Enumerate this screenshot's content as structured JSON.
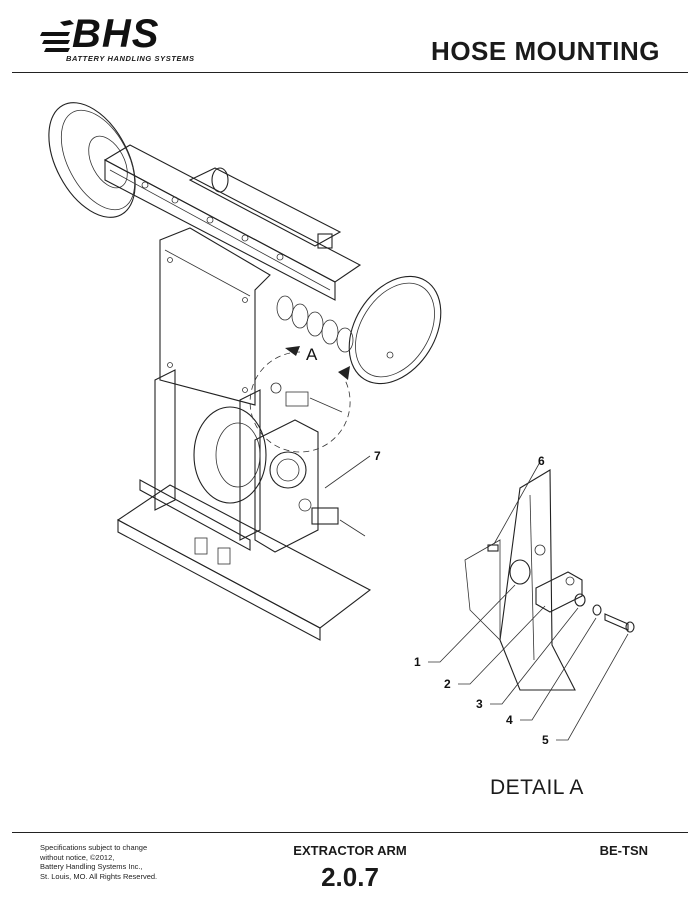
{
  "header": {
    "logo_text": "BHS",
    "logo_subtext": "BATTERY HANDLING SYSTEMS",
    "title": "HOSE MOUNTING"
  },
  "drawing": {
    "view_label": "A",
    "callouts": [
      "1",
      "2",
      "3",
      "4",
      "5",
      "6",
      "7"
    ],
    "detail_label": "DETAIL  A"
  },
  "footer": {
    "note_lines": [
      "Specifications subject to change",
      "without notice, ©2012,",
      "Battery Handling Systems Inc.,",
      "St. Louis, MO. All Rights Reserved."
    ],
    "section": "EXTRACTOR ARM",
    "number": "2.0.7",
    "model": "BE-TSN"
  }
}
